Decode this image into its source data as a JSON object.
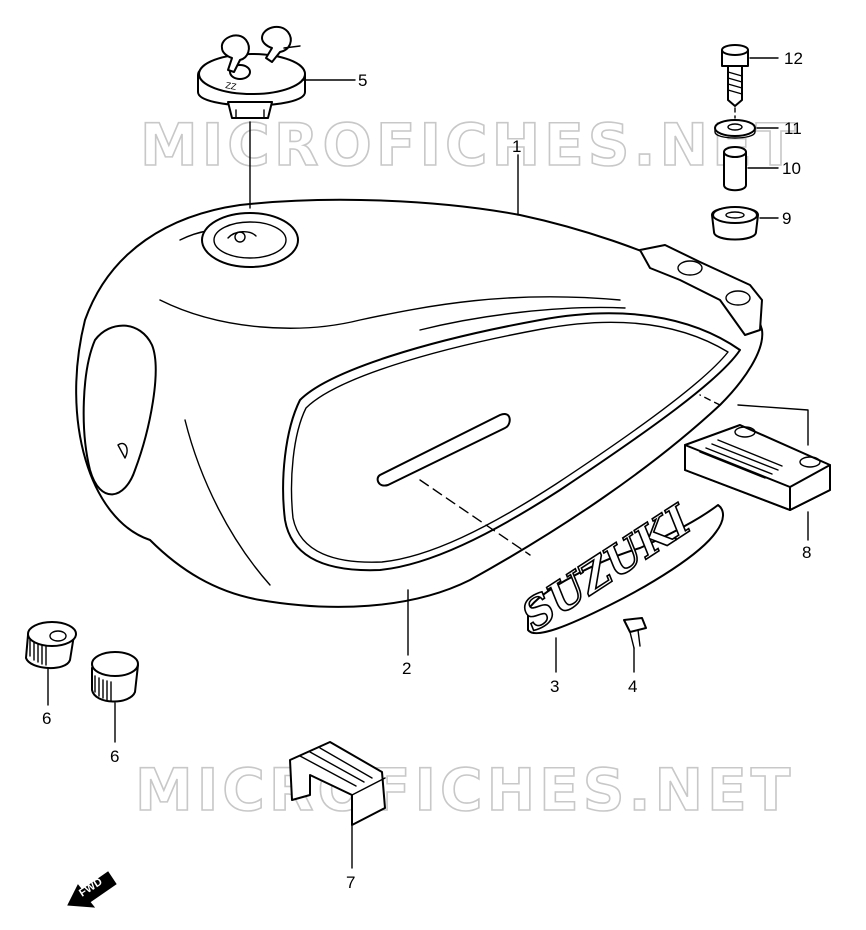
{
  "watermark": {
    "top": "MICROFICHES.NET",
    "bottom": "MICROFICHES.NET"
  },
  "emblem_text": "SUZUKI",
  "direction_label": "FWD",
  "callouts": {
    "c1": "1",
    "c2": "2",
    "c3": "3",
    "c4": "4",
    "c5": "5",
    "c6a": "6",
    "c6b": "6",
    "c7": "7",
    "c8": "8",
    "c9": "9",
    "c10": "10",
    "c11": "11",
    "c12": "12"
  }
}
